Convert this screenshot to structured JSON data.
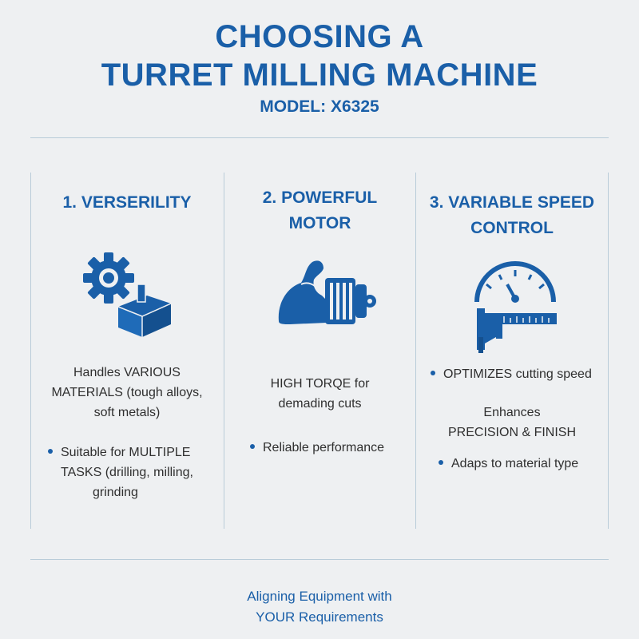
{
  "header": {
    "title_line1": "CHOOSING A",
    "title_line2": "TURRET MILLING MACHINE",
    "subtitle": "MODEL: X6325"
  },
  "columns": [
    {
      "heading": "1. VERSERILITY",
      "icon": "gear-box-icon",
      "text_lines": [
        "Handles VARIOUS",
        "MATERIALS (tough alloys,",
        "soft metals)"
      ],
      "bullet_lines": [
        "Suitable for MULTIPLE",
        "TASKS (drilling, milling,",
        "grinding"
      ]
    },
    {
      "heading_line1": "2. POWERFUL",
      "heading_line2": "MOTOR",
      "icon": "flexed-arm-motor-icon",
      "text_lines": [
        "HIGH TORQE for",
        "demading cuts"
      ],
      "bullet": "Reliable performance"
    },
    {
      "heading_line1": "3. VARIABLE SPEED",
      "heading_line2": "CONTROL",
      "icon": "gauge-caliper-icon",
      "bullet1": "OPTIMIZES cutting speed",
      "text_lines": [
        "Enhances",
        "PRECISION & FINISH"
      ],
      "bullet2": "Adaps to material type"
    }
  ],
  "footer": {
    "line1": "Aligning Equipment with",
    "line2": "YOUR Requirements"
  },
  "colors": {
    "accent": "#1a5fa8",
    "background": "#eef0f2",
    "rule": "#b9ccd9"
  }
}
